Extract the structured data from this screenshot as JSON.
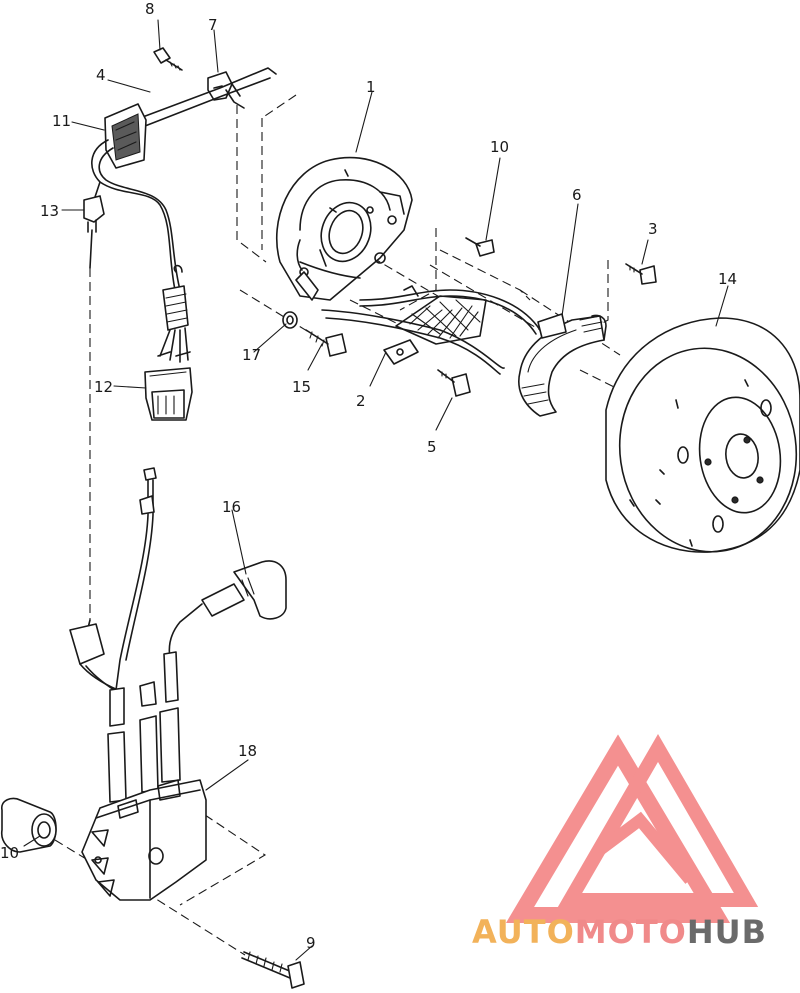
{
  "callouts": [
    {
      "id": "1",
      "text": "1"
    },
    {
      "id": "2",
      "text": "2"
    },
    {
      "id": "3",
      "text": "3"
    },
    {
      "id": "4",
      "text": "4"
    },
    {
      "id": "5",
      "text": "5"
    },
    {
      "id": "6",
      "text": "6"
    },
    {
      "id": "7",
      "text": "7"
    },
    {
      "id": "8",
      "text": "8"
    },
    {
      "id": "9",
      "text": "9"
    },
    {
      "id": "10",
      "text": "10"
    },
    {
      "id": "11",
      "text": "11"
    },
    {
      "id": "12",
      "text": "12"
    },
    {
      "id": "13",
      "text": "13"
    },
    {
      "id": "14",
      "text": "14"
    },
    {
      "id": "15",
      "text": "15"
    },
    {
      "id": "16",
      "text": "16"
    },
    {
      "id": "17",
      "text": "17"
    },
    {
      "id": "18",
      "text": "18"
    }
  ],
  "watermark": {
    "text_part1": "AUTO",
    "text_part2": "MOTO",
    "text_part3": "HUB",
    "color_part1": "#f2b25a",
    "color_part2": "#f08a8a",
    "color_part3": "#6a6a6a",
    "logo_color": "#f37d7d"
  }
}
